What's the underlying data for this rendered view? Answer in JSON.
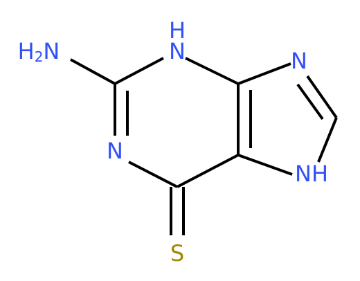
{
  "molecule": {
    "atoms": {
      "h2n": {
        "main": "H",
        "sub": "2",
        "tail": "N",
        "color": "#3050F8"
      },
      "nh_top": {
        "label": "H",
        "color": "#3050F8"
      },
      "n_top": {
        "label": "N",
        "color": "#3050F8"
      },
      "n_imidazole_top": {
        "label": "N",
        "color": "#3050F8"
      },
      "n_left": {
        "label": "N",
        "color": "#3050F8"
      },
      "nh_right": {
        "label": "NH",
        "color": "#3050F8"
      },
      "s": {
        "label": "S",
        "color": "#9F8800"
      }
    },
    "colors": {
      "bond": "#000000",
      "nitrogen": "#3050F8",
      "sulfur": "#9F8800",
      "background": "#FFFFFF"
    }
  }
}
